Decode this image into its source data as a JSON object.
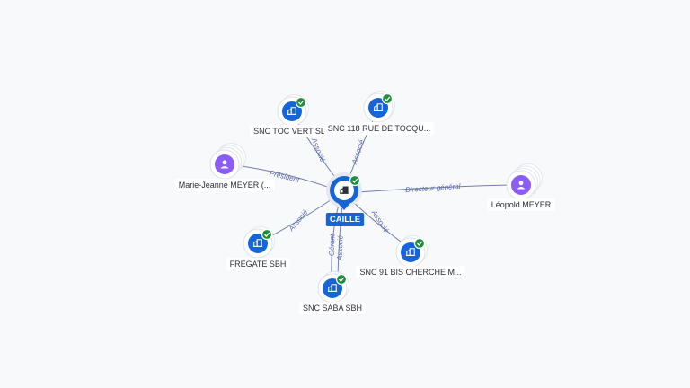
{
  "colors": {
    "company": "#1565d8",
    "person": "#8b5cf6",
    "check": "#1e8e3e",
    "edge": "#6f7fb0"
  },
  "graph": {
    "center": {
      "label": "CAILLE",
      "icon": "building-icon"
    },
    "nodes": [
      {
        "id": "toc",
        "label": "SNC TOC VERT SL",
        "kind": "company",
        "icon": "building-icon"
      },
      {
        "id": "tocq",
        "label": "SNC 118 RUE DE TOCQU...",
        "kind": "company",
        "icon": "building-icon"
      },
      {
        "id": "marie",
        "label": "Marie-Jeanne MEYER (...",
        "kind": "person",
        "icon": "person-icon"
      },
      {
        "id": "leopold",
        "label": "Léopold MEYER",
        "kind": "person",
        "icon": "person-icon"
      },
      {
        "id": "fregate",
        "label": "FREGATE SBH",
        "kind": "company",
        "icon": "building-icon"
      },
      {
        "id": "saba",
        "label": "SNC SABA SBH",
        "kind": "company",
        "icon": "building-icon"
      },
      {
        "id": "cherche",
        "label": "SNC 91 BIS CHERCHE M...",
        "kind": "company",
        "icon": "building-icon"
      }
    ],
    "edges": [
      {
        "to": "toc",
        "label": "Associé"
      },
      {
        "to": "tocq",
        "label": "Associé"
      },
      {
        "to": "marie",
        "label": "Président"
      },
      {
        "to": "leopold",
        "label": "Directeur général"
      },
      {
        "to": "fregate",
        "label": "Associé"
      },
      {
        "to": "saba",
        "label": "Gérant"
      },
      {
        "to": "saba",
        "label": "Associé"
      },
      {
        "to": "cherche",
        "label": "Associé"
      }
    ]
  }
}
